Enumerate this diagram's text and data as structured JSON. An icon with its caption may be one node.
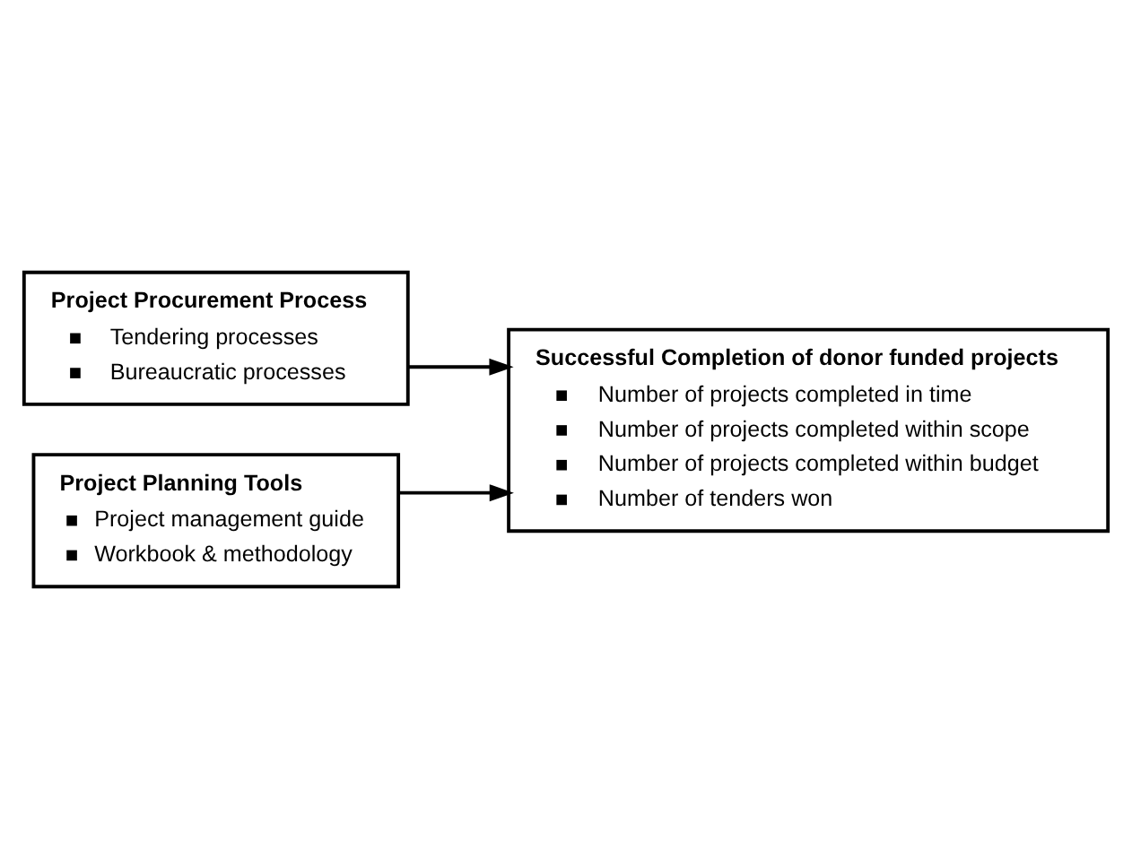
{
  "diagram": {
    "nodes": [
      {
        "text": [
          "Project Procurement Process",
          "Tendering processes",
          "Bureaucratic processes"
        ]
      },
      {
        "text": [
          "Project Planning Tools",
          "Project management guide",
          "Workbook & methodology"
        ]
      },
      {
        "text": [
          "Successful Completion of donor funded projects",
          "Number of projects completed in time",
          "Number of projects completed within scope",
          "Number of projects completed within budget",
          "Number of tenders won"
        ]
      }
    ],
    "edges": [
      {
        "from": 0,
        "to": 2,
        "arrow": "to"
      },
      {
        "from": 1,
        "to": 2,
        "arrow": "to"
      }
    ]
  }
}
